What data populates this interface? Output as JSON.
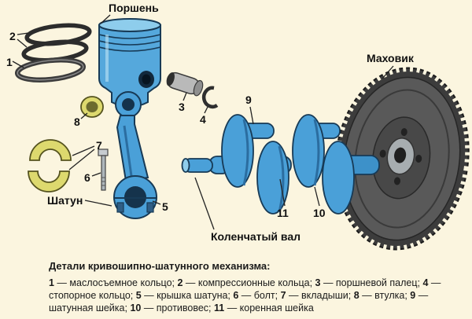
{
  "diagram": {
    "part_labels": {
      "piston": "Поршень",
      "flywheel": "Маховик",
      "connecting_rod": "Шатун",
      "crankshaft": "Коленчатый вал"
    },
    "callouts": [
      "1",
      "2",
      "3",
      "4",
      "5",
      "6",
      "7",
      "8",
      "9",
      "10",
      "11"
    ]
  },
  "legend": {
    "title": "Детали кривошипно-шатунного механизма:",
    "items": [
      {
        "num": "1",
        "text": " — маслосъемное кольцо; "
      },
      {
        "num": "2",
        "text": " — компрессионные кольца; "
      },
      {
        "num": "3",
        "text": " — поршневой палец; "
      },
      {
        "num": "4",
        "text": " — стопорное кольцо; "
      },
      {
        "num": "5",
        "text": " — крышка шатуна; "
      },
      {
        "num": "6",
        "text": " — болт; "
      },
      {
        "num": "7",
        "text": " — вкладыши; "
      },
      {
        "num": "8",
        "text": " — втулка; "
      },
      {
        "num": "9",
        "text": " — шатунная шейка; "
      },
      {
        "num": "10",
        "text": " — противовес; "
      },
      {
        "num": "11",
        "text": " — коренная шейка"
      }
    ]
  },
  "colors": {
    "background": "#fbf5df",
    "part_blue": "#4aa0d8",
    "part_blue_light": "#8ecdec",
    "part_yellow": "#ddd96e",
    "flywheel_gray": "#3f3f3f",
    "outline": "#173a56"
  }
}
